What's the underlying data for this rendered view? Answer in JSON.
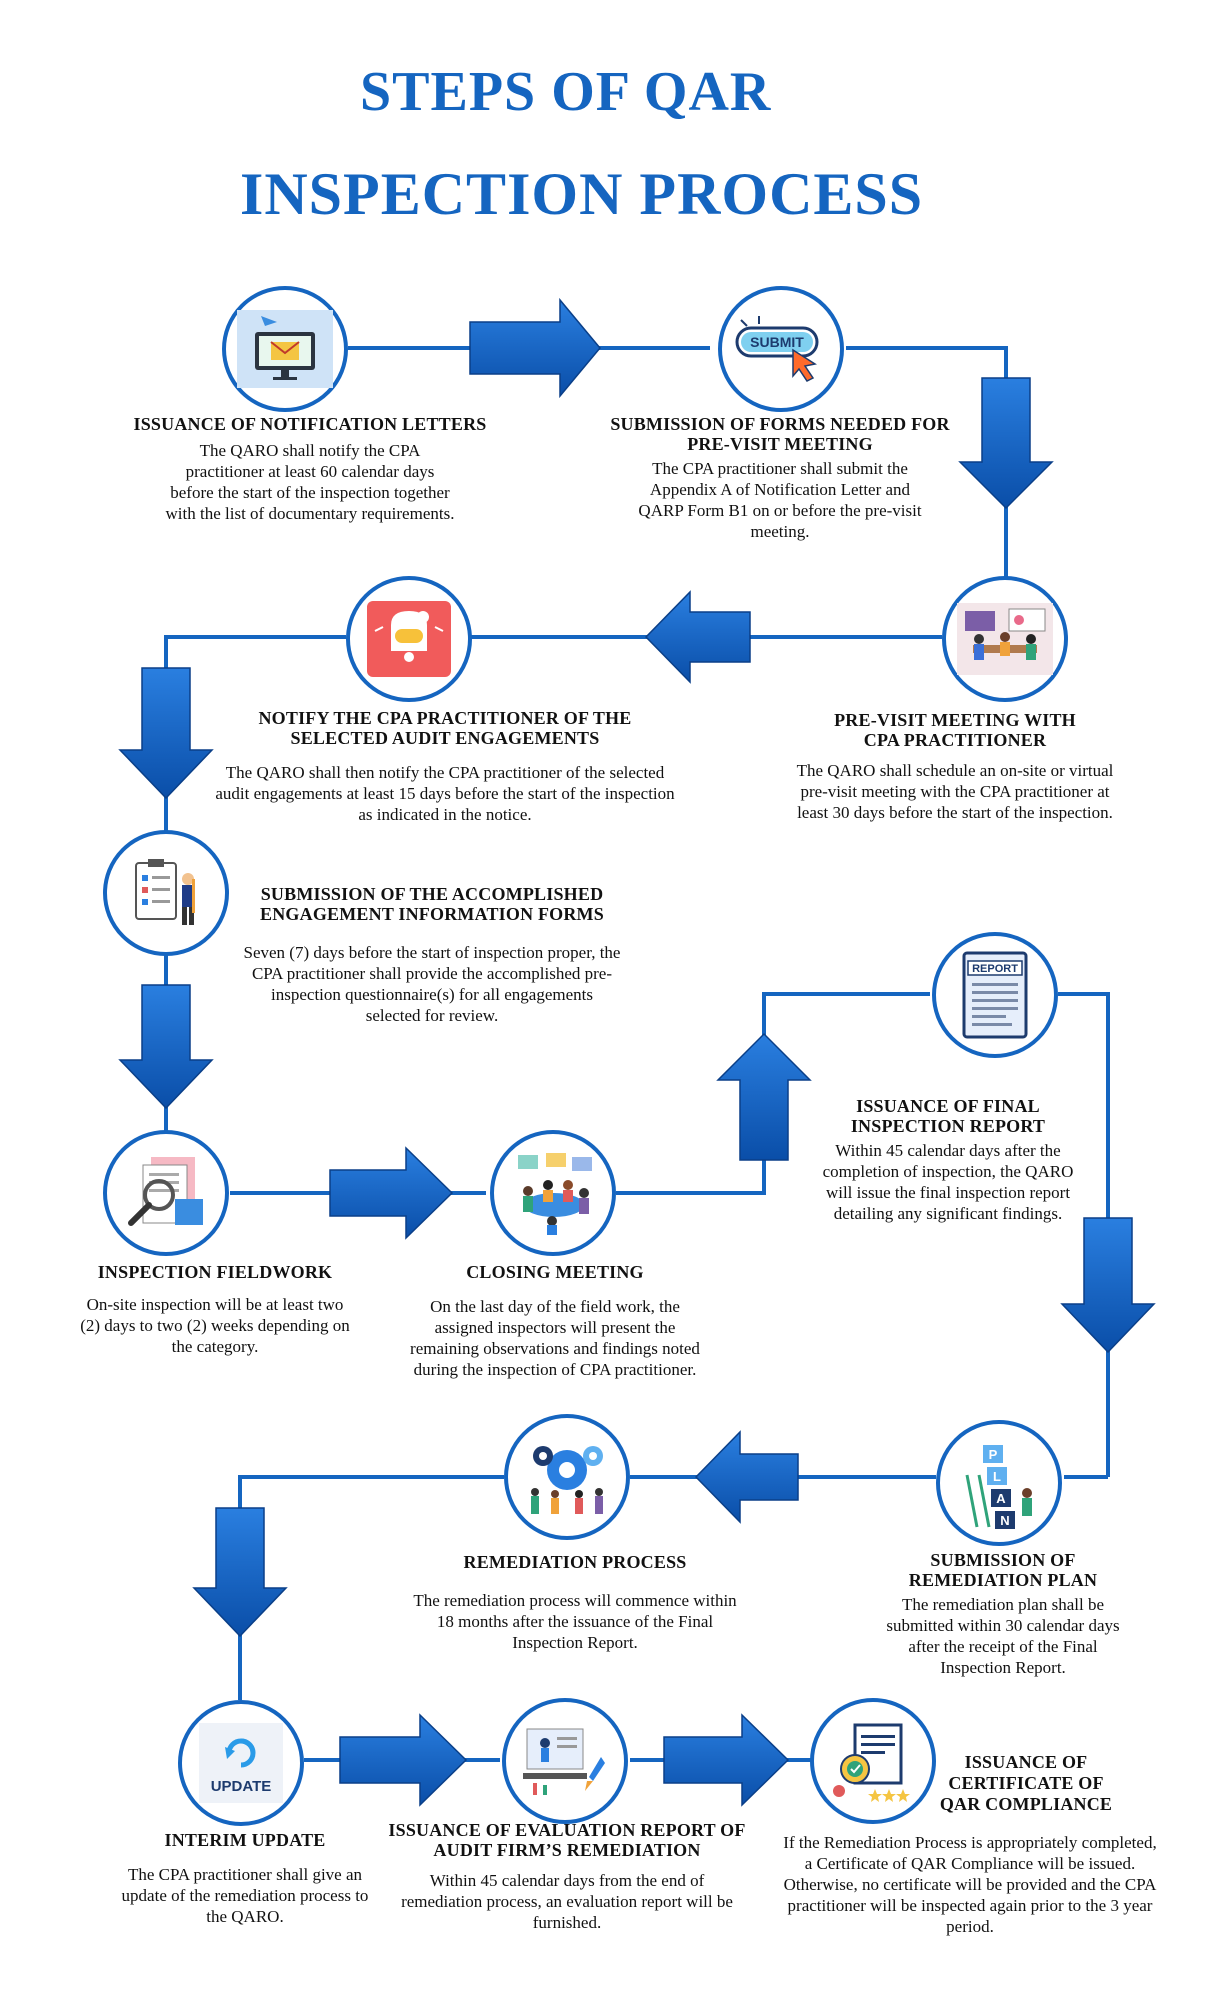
{
  "title": {
    "line1": "STEPS OF QAR",
    "line2": "INSPECTION PROCESS"
  },
  "colors": {
    "accent": "#1565c0",
    "arrow": "#0d5bbd"
  },
  "steps": [
    {
      "title": "ISSUANCE OF NOTIFICATION LETTERS",
      "text": "The QARO shall notify the CPA practitioner at least 60 calendar days before the start of the inspection together with the list of documentary requirements.",
      "icon": "computer-mail-icon"
    },
    {
      "title": "SUBMISSION OF FORMS NEEDED FOR PRE-VISIT MEETING",
      "text": "The  CPA practitioner shall submit the Appendix A of Notification Letter and QARP Form B1 on or before the pre-visit meeting.",
      "icon": "submit-button-icon",
      "icon_label": "SUBMIT"
    },
    {
      "title": "PRE-VISIT MEETING WITH CPA PRACTITIONER",
      "text": "The QARO shall schedule an on-site or virtual pre-visit meeting with the CPA practitioner at least 30 days before the start of the inspection.",
      "icon": "meeting-room-icon"
    },
    {
      "title": "NOTIFY THE CPA PRACTITIONER OF THE SELECTED AUDIT ENGAGEMENTS",
      "text": "The QARO shall then notify the CPA practitioner of the selected audit engagements at least 15 days before the start of the inspection as indicated in the notice.",
      "icon": "notification-bell-icon"
    },
    {
      "title": "SUBMISSION OF THE ACCOMPLISHED ENGAGEMENT INFORMATION FORMS",
      "text": "Seven (7) days before the start of inspection proper, the CPA practitioner shall provide the accomplished pre-inspection questionnaire(s) for all engagements selected for review.",
      "icon": "checklist-person-icon"
    },
    {
      "title": "INSPECTION FIELDWORK",
      "text": "On-site inspection will be at least two (2) days to two (2) weeks depending on the category.",
      "icon": "magnifier-documents-icon"
    },
    {
      "title": "CLOSING MEETING",
      "text": "On the last day of the field work, the assigned inspectors will present the remaining observations and findings noted during the inspection of CPA practitioner.",
      "icon": "team-meeting-icon"
    },
    {
      "title": "ISSUANCE OF FINAL INSPECTION REPORT",
      "text": "Within 45 calendar days after the completion of inspection, the QARO will issue the final inspection report detailing any significant findings.",
      "icon": "report-document-icon",
      "icon_label": "REPORT"
    },
    {
      "title": "SUBMISSION OF REMEDIATION PLAN",
      "text": "The remediation plan shall be submitted within 30 calendar days after the receipt of the Final Inspection Report.",
      "icon": "plan-ladder-icon",
      "icon_label": [
        "P",
        "L",
        "A",
        "N"
      ]
    },
    {
      "title": "REMEDIATION PROCESS",
      "text": "The remediation process will commence within 18 months after the issuance of the Final Inspection Report.",
      "icon": "gears-team-icon"
    },
    {
      "title": "INTERIM UPDATE",
      "text": "The CPA practitioner shall give an update of the remediation process to the QARO.",
      "icon": "update-refresh-icon",
      "icon_label": "UPDATE"
    },
    {
      "title": "ISSUANCE OF EVALUATION REPORT OF AUDIT FIRM’S REMEDIATION",
      "text": "Within 45 calendar days from the end of remediation process, an evaluation report will be furnished.",
      "icon": "rocket-laptop-icon"
    },
    {
      "title": "ISSUANCE OF CERTIFICATE OF QAR COMPLIANCE",
      "text": "If the Remediation Process is appropriately completed, a Certificate of  QAR Compliance will be issued. Otherwise, no certificate will be provided and the CPA practitioner will be inspected again prior to the 3 year period.",
      "icon": "certificate-stars-icon"
    }
  ]
}
